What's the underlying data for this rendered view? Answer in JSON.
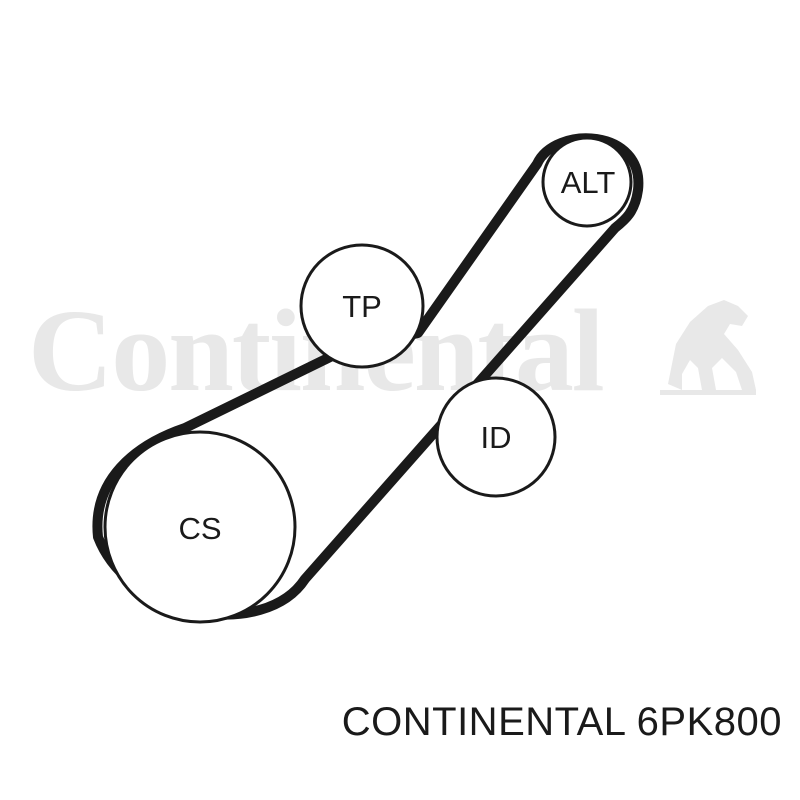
{
  "watermark": {
    "brand": "Continental",
    "color": "#e8e8e8"
  },
  "pulleys": [
    {
      "id": "alt",
      "label": "ALT"
    },
    {
      "id": "tp",
      "label": "TP"
    },
    {
      "id": "id",
      "label": "ID"
    },
    {
      "id": "cs",
      "label": "CS"
    }
  ],
  "caption": "CONTINENTAL 6PK800",
  "colors": {
    "belt": "#1a1a1a",
    "pulley_outline": "#1a1a1a",
    "background": "#ffffff"
  }
}
